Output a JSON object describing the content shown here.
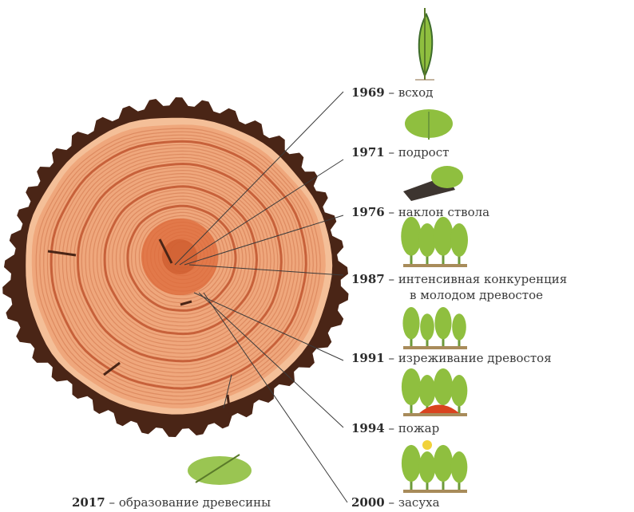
{
  "events": [
    {
      "id": "e1969",
      "year": "1969",
      "dash": "–",
      "text": "всход",
      "icon": "seedling-icon"
    },
    {
      "id": "e1971",
      "year": "1971",
      "dash": "–",
      "text": "подрост",
      "icon": "young-tree-icon"
    },
    {
      "id": "e1976",
      "year": "1976",
      "dash": "–",
      "text": "наклон ствола",
      "icon": "fallen-tree-icon"
    },
    {
      "id": "e1987",
      "year": "1987",
      "dash": "–",
      "text": "интенсивная конкуренция",
      "text2": "в молодом древостое",
      "icon": "dense-stand-icon"
    },
    {
      "id": "e1991",
      "year": "1991",
      "dash": "–",
      "text": "изреживание древостоя",
      "icon": "thinning-stand-icon"
    },
    {
      "id": "e1994",
      "year": "1994",
      "dash": "–",
      "text": "пожар",
      "icon": "fire-icon"
    },
    {
      "id": "e2000",
      "year": "2000",
      "dash": "–",
      "text": "засуха",
      "icon": "drought-icon"
    },
    {
      "id": "e2017",
      "year": "2017",
      "dash": "–",
      "text": "образование древесины",
      "icon": "wood-sample-icon"
    }
  ],
  "colors": {
    "bark": "#4a2516",
    "wood_base": "#efa77c",
    "wood_light": "#f4bf98",
    "ring_line": "#d9845a",
    "ring_dark": "#c0552f",
    "core": "#dd6a3a",
    "leader_line": "#3b3b3b",
    "foliage": "#8fbf3f",
    "trunk": "#6d9a3a",
    "fire": "#d9431f"
  }
}
